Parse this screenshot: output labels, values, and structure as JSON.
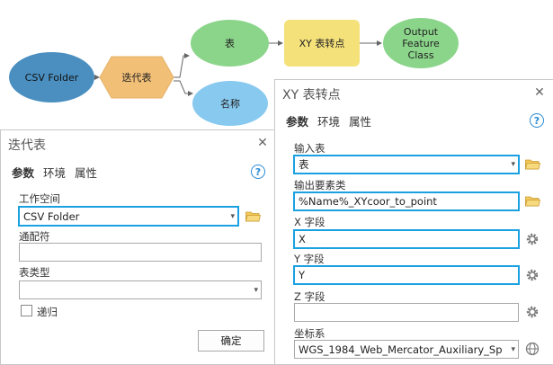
{
  "model": {
    "nodes": {
      "csv_folder": "CSV Folder",
      "iterate_table": "迭代表",
      "table": "表",
      "name": "名称",
      "xy_to_point": "XY 表转点",
      "output": "Output Feature Class"
    },
    "colors": {
      "input_blue": "#4a8fc0",
      "tool_orange": "#f2bf77",
      "output_green": "#8bd58b",
      "tool_yellow": "#f5e17a",
      "var_lightblue": "#88c9ef"
    }
  },
  "left_panel": {
    "title": "迭代表",
    "tabs": [
      "参数",
      "环境",
      "属性"
    ],
    "workspace_label": "工作空间",
    "workspace_value": "CSV Folder",
    "wildcard_label": "通配符",
    "wildcard_value": "",
    "type_label": "表类型",
    "type_value": "",
    "recursive_label": "递归",
    "ok_label": "确定"
  },
  "right_panel": {
    "title": "XY 表转点",
    "tabs": [
      "参数",
      "环境",
      "属性"
    ],
    "input_table_label": "输入表",
    "input_table_value": "表",
    "output_fc_label": "输出要素类",
    "output_fc_value": "%Name%_XYcoor_to_point",
    "x_field_label": "X 字段",
    "x_field_value": "X",
    "y_field_label": "Y 字段",
    "y_field_value": "Y",
    "z_field_label": "Z 字段",
    "z_field_value": "",
    "crs_label": "坐标系",
    "crs_value": "WGS_1984_Web_Mercator_Auxiliary_Sp"
  },
  "icons": {
    "close": "close-icon",
    "help": "help-icon",
    "folder": "folder-icon",
    "gear": "gear-icon",
    "globe": "globe-icon",
    "chevron": "chevron-down-icon"
  },
  "accent": "#1ba1e2"
}
